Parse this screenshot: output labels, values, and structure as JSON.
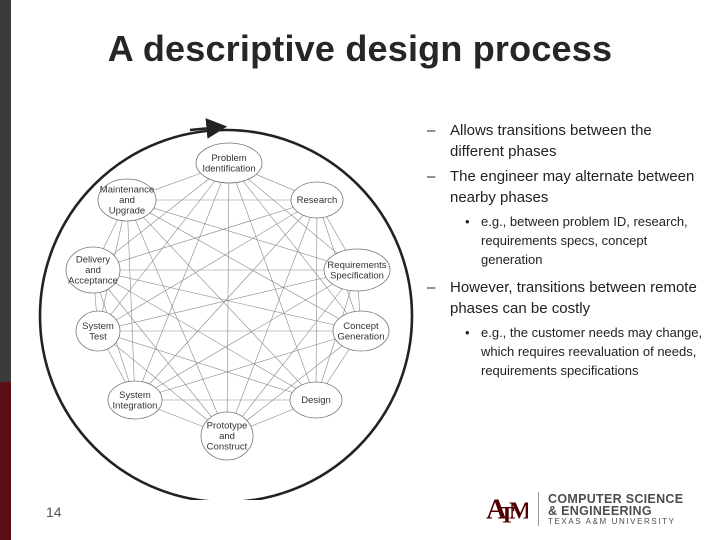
{
  "slide": {
    "title": "A descriptive design process",
    "page_number": "14"
  },
  "diagram": {
    "nodes": [
      {
        "id": "problem",
        "lines": [
          "Problem",
          "Identification"
        ]
      },
      {
        "id": "research",
        "lines": [
          "Research"
        ]
      },
      {
        "id": "requirements",
        "lines": [
          "Requirements",
          "Specification"
        ]
      },
      {
        "id": "concept",
        "lines": [
          "Concept",
          "Generation"
        ]
      },
      {
        "id": "design",
        "lines": [
          "Design"
        ]
      },
      {
        "id": "prototype",
        "lines": [
          "Prototype",
          "and",
          "Construct"
        ]
      },
      {
        "id": "integration",
        "lines": [
          "System",
          "Integration"
        ]
      },
      {
        "id": "test",
        "lines": [
          "System",
          "Test"
        ]
      },
      {
        "id": "delivery",
        "lines": [
          "Delivery",
          "and",
          "Acceptance"
        ]
      },
      {
        "id": "maintenance",
        "lines": [
          "Maintenance",
          "and",
          "Upgrade"
        ]
      }
    ]
  },
  "bullets": [
    {
      "level": 1,
      "marker": "–",
      "text": "Allows transitions between the different phases"
    },
    {
      "level": 1,
      "marker": "–",
      "text": "The engineer may alternate between nearby phases"
    },
    {
      "level": 2,
      "marker": "•",
      "text": "e.g., between problem ID, research, requirements specs, concept generation"
    },
    {
      "level": 1,
      "marker": "–",
      "text": "However, transitions between remote phases can be costly"
    },
    {
      "level": 2,
      "marker": "•",
      "text": "e.g., the customer needs may change, which requires reevaluation of needs, requirements specifications"
    }
  ],
  "logo": {
    "line1": "COMPUTER SCIENCE",
    "line2": "& ENGINEERING",
    "line3": "TEXAS A&M UNIVERSITY",
    "brand_color": "#500000"
  },
  "colors": {
    "sidebar_dark": "#3a3a3a",
    "sidebar_maroon": "#5a0f12",
    "text": "#262626"
  }
}
